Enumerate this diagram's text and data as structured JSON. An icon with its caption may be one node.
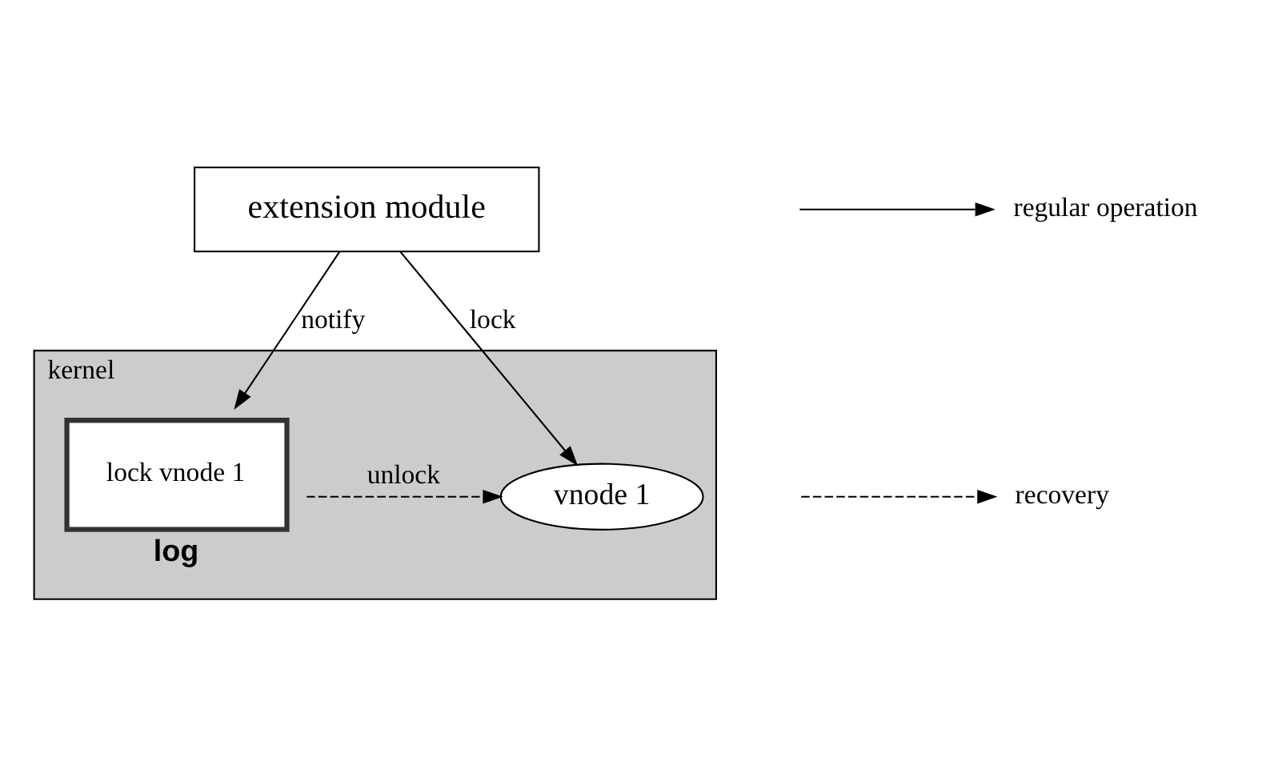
{
  "diagram": {
    "nodes": [
      {
        "text": [
          "extension module"
        ]
      },
      {
        "text": [
          "kernel"
        ]
      },
      {
        "text": [
          "vnode 1"
        ],
        "in": 1
      },
      {
        "text": [
          "lock vnode 1",
          "log"
        ],
        "in": 1
      }
    ],
    "edges": [
      {
        "from": 0,
        "to": 2,
        "arrow": "to",
        "label": "lock"
      },
      {
        "from": 0,
        "to": 3,
        "arrow": "to",
        "label": "notify"
      },
      {
        "from": 3,
        "to": 2,
        "arrow": "to",
        "label": "unlock",
        "style": "dashed"
      }
    ],
    "legend": [
      {
        "text": "regular operation"
      },
      {
        "text": "recovery"
      }
    ]
  }
}
